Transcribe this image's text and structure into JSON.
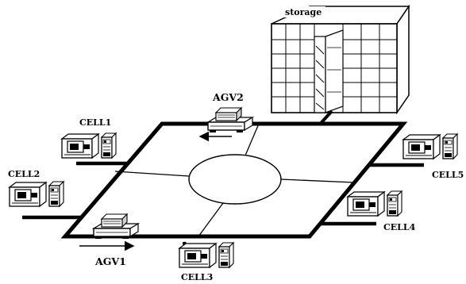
{
  "labels": {
    "storage": "storage",
    "agv1": "AGV1",
    "agv2": "AGV2",
    "cell1": "CELL1",
    "cell2": "CELL2",
    "cell3": "CELL3",
    "cell4": "CELL4",
    "cell5": "CELL5"
  },
  "colors": {
    "ink": "#000000",
    "paper": "#ffffff",
    "shade": "#cfcfcf"
  }
}
